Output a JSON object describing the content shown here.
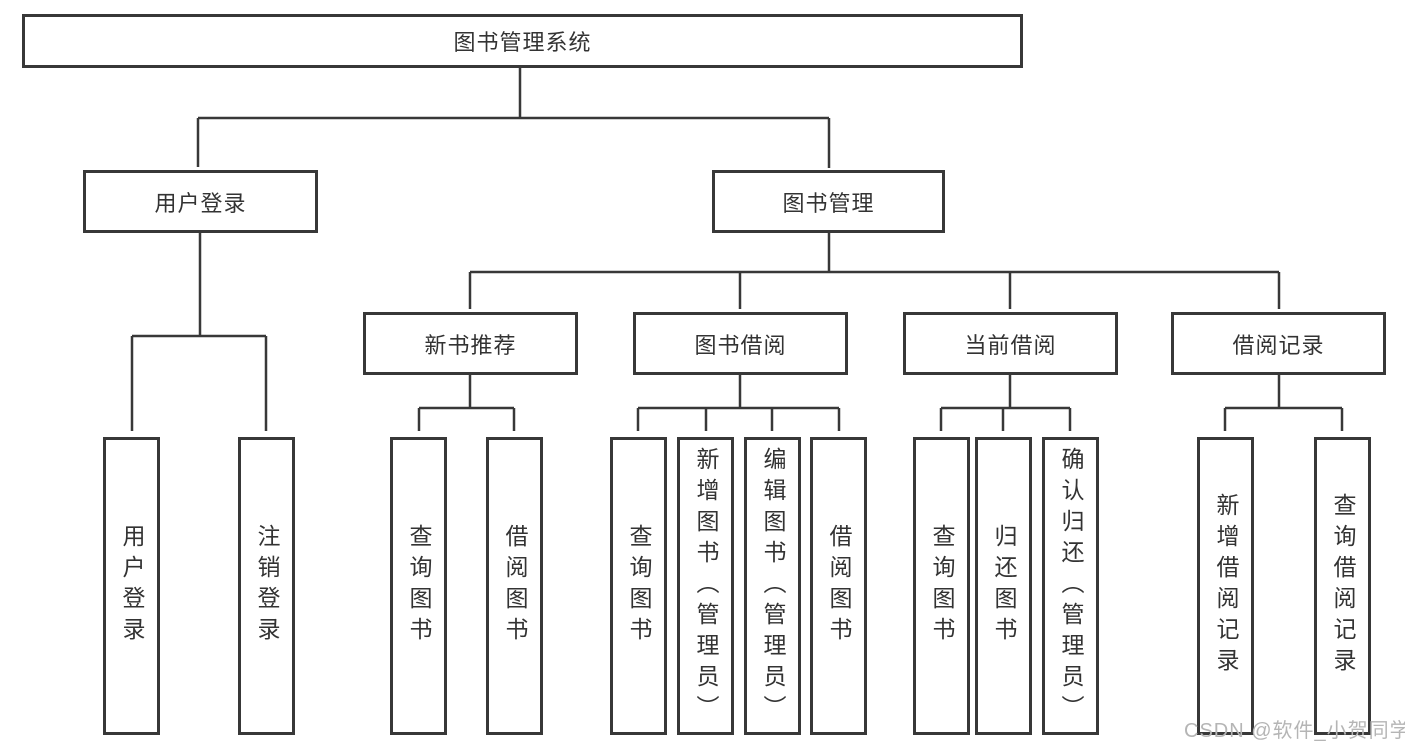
{
  "diagram": {
    "title_node": {
      "label": "图书管理系统"
    },
    "level2": [
      {
        "id": "user-login",
        "label": "用户登录"
      },
      {
        "id": "book-management",
        "label": "图书管理"
      }
    ],
    "level3": [
      {
        "id": "new-book-recommend",
        "parent": "book-management",
        "label": "新书推荐"
      },
      {
        "id": "book-borrow",
        "parent": "book-management",
        "label": "图书借阅"
      },
      {
        "id": "current-borrow",
        "parent": "book-management",
        "label": "当前借阅"
      },
      {
        "id": "borrow-records",
        "parent": "book-management",
        "label": "借阅记录"
      }
    ],
    "leaves": [
      {
        "parent": "user-login",
        "label": "用户登录"
      },
      {
        "parent": "user-login",
        "label": "注销登录"
      },
      {
        "parent": "new-book-recommend",
        "label": "查询图书"
      },
      {
        "parent": "new-book-recommend",
        "label": "借阅图书"
      },
      {
        "parent": "book-borrow",
        "label": "查询图书"
      },
      {
        "parent": "book-borrow",
        "label": "新增图书（管理员）"
      },
      {
        "parent": "book-borrow",
        "label": "编辑图书（管理员）"
      },
      {
        "parent": "book-borrow",
        "label": "借阅图书"
      },
      {
        "parent": "current-borrow",
        "label": "查询图书"
      },
      {
        "parent": "current-borrow",
        "label": "归还图书"
      },
      {
        "parent": "current-borrow",
        "label": "确认归还（管理员）"
      },
      {
        "parent": "borrow-records",
        "label": "新增借阅记录"
      },
      {
        "parent": "borrow-records",
        "label": "查询借阅记录"
      }
    ],
    "watermark": "CSDN @软件_小贺同学",
    "colors": {
      "line": "#383838",
      "text": "#333333",
      "background": "#ffffff",
      "watermark": "#b5b5b5"
    }
  }
}
